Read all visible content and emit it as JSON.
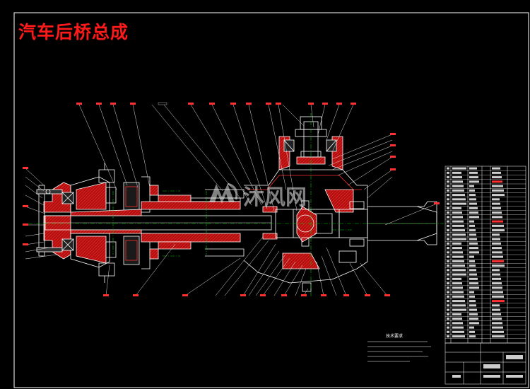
{
  "drawing": {
    "title": "汽车后桥总成",
    "notes_title": "技术要求",
    "colors": {
      "background": "#000000",
      "title": "#ff1a1a",
      "section_hatch": "#c81414",
      "outline": "#ffffff",
      "centerline": "#00c800",
      "leader": "#dddddd"
    }
  },
  "watermark": {
    "text": "沐风网",
    "icon": "mufeng-logo-icon"
  }
}
